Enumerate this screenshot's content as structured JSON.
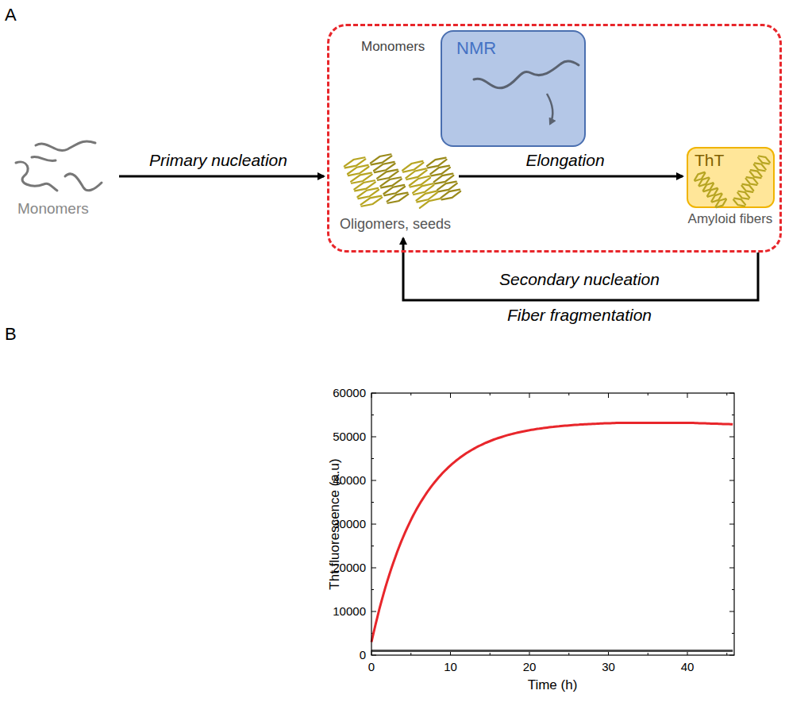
{
  "diagram": {
    "nodes": [
      {
        "text": [
          "Monomers"
        ]
      },
      {
        "text": [
          "NMR"
        ],
        "in": 0
      },
      {
        "text": [
          "ThT"
        ],
        "in": 0
      }
    ],
    "labels": [
      "A",
      "B",
      "Monomers",
      "Primary nucleation",
      "Oligomers, seeds",
      "Elongation",
      "Amyloid fibers",
      "Secondary nucleation",
      "Fiber fragmentation",
      "0",
      "10000",
      "20000",
      "30000",
      "40000",
      "50000",
      "60000",
      "0",
      "10",
      "20",
      "30",
      "40",
      "Time (h)",
      "Tht fluorescence (a.u)"
    ]
  }
}
